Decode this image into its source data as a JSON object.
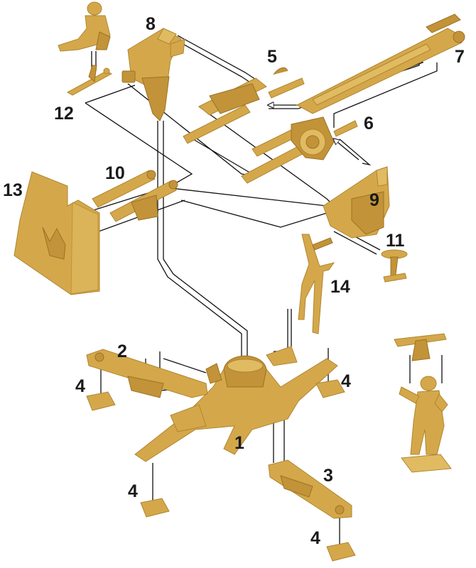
{
  "part_labels": {
    "p1": "1",
    "p2": "2",
    "p3": "3",
    "p4a": "4",
    "p4b": "4",
    "p4c": "4",
    "p4d": "4",
    "p5": "5",
    "p6": "6",
    "p7": "7",
    "p8": "8",
    "p9": "9",
    "p10": "10",
    "p11": "11",
    "p12": "12",
    "p13": "13",
    "p14": "14"
  },
  "colors": {
    "plastic": "#d4a84a",
    "plastic_shadow": "#b08530",
    "lines": "#111111",
    "labels": "#1a1a1a"
  },
  "icons": [
    "guide-arrow-icon"
  ]
}
